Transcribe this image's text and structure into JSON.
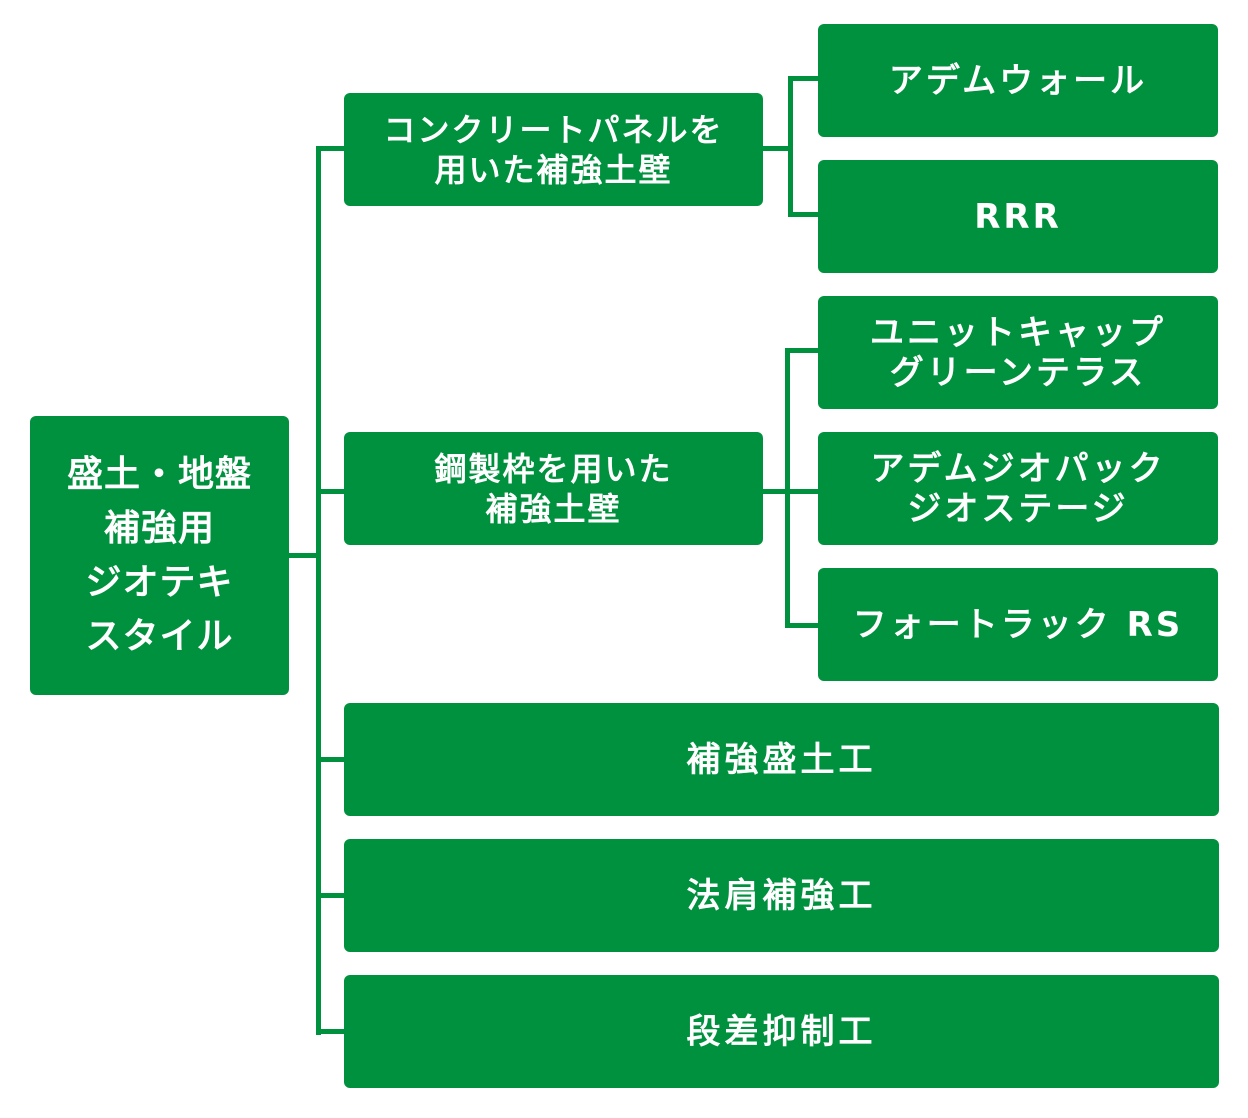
{
  "root": {
    "label": "盛土・地盤\n補強用\nジオテキ\nスタイル"
  },
  "branches": [
    {
      "label": "コンクリートパネルを\n用いた補強土壁",
      "children": [
        "アデムウォール",
        "RRR"
      ]
    },
    {
      "label": "鋼製枠を用いた\n補強土壁",
      "children": [
        "ユニットキャップ\nグリーンテラス",
        "アデムジオパック\nジオステージ",
        "フォートラック RS"
      ]
    },
    {
      "label": "補強盛土工"
    },
    {
      "label": "法肩補強工"
    },
    {
      "label": "段差抑制工"
    }
  ]
}
